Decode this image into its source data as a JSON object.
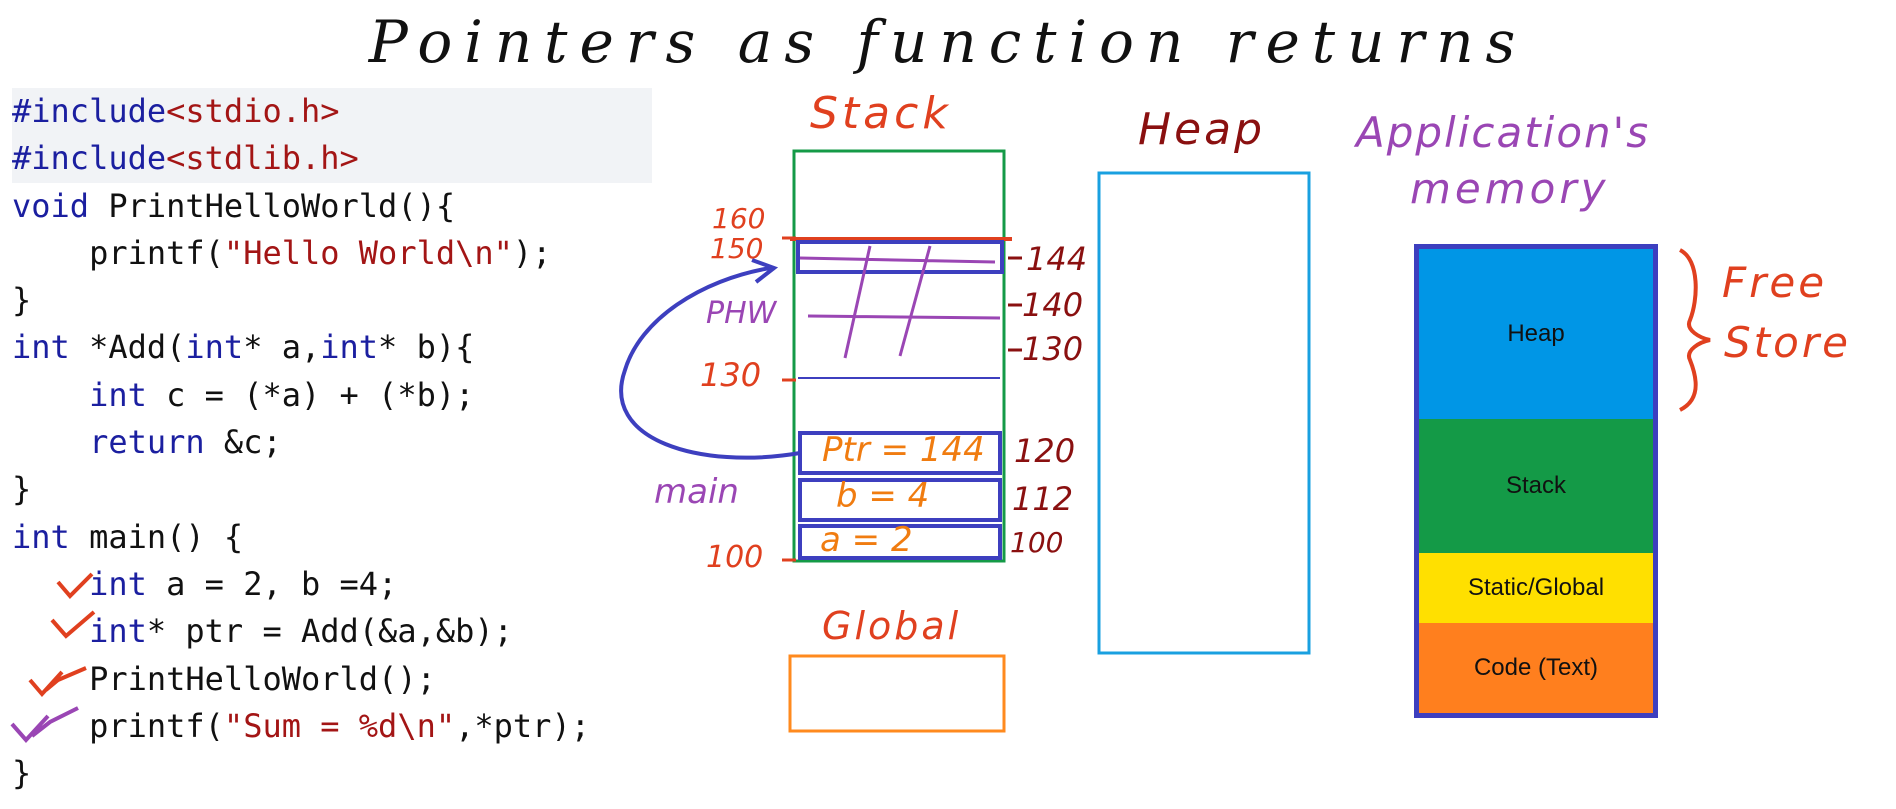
{
  "title": "Pointers as function returns",
  "code": {
    "lines": [
      {
        "tokens": [
          {
            "t": "#include",
            "c": "inc"
          },
          {
            "t": "<stdio.h>",
            "c": "hdr"
          }
        ],
        "shade": true
      },
      {
        "tokens": [
          {
            "t": "#include",
            "c": "inc"
          },
          {
            "t": "<stdlib.h>",
            "c": "hdr"
          }
        ],
        "shade": true
      },
      {
        "tokens": [
          {
            "t": "void",
            "c": "kw"
          },
          {
            "t": " PrintHelloWorld(){",
            "c": ""
          }
        ]
      },
      {
        "tokens": [
          {
            "t": "    printf(",
            "c": ""
          },
          {
            "t": "\"Hello World\\n\"",
            "c": "str"
          },
          {
            "t": ");",
            "c": ""
          }
        ]
      },
      {
        "tokens": [
          {
            "t": "}",
            "c": ""
          }
        ]
      },
      {
        "tokens": [
          {
            "t": "int",
            "c": "kw"
          },
          {
            "t": " *Add(",
            "c": ""
          },
          {
            "t": "int",
            "c": "kw"
          },
          {
            "t": "* a,",
            "c": ""
          },
          {
            "t": "int",
            "c": "kw"
          },
          {
            "t": "* b){",
            "c": ""
          }
        ]
      },
      {
        "tokens": [
          {
            "t": "    ",
            "c": ""
          },
          {
            "t": "int",
            "c": "kw"
          },
          {
            "t": " c = (*a) + (*b);",
            "c": ""
          }
        ]
      },
      {
        "tokens": [
          {
            "t": "    ",
            "c": ""
          },
          {
            "t": "return",
            "c": "kw"
          },
          {
            "t": " &c;",
            "c": ""
          }
        ]
      },
      {
        "tokens": [
          {
            "t": "}",
            "c": ""
          }
        ]
      },
      {
        "tokens": [
          {
            "t": "int",
            "c": "kw"
          },
          {
            "t": " main() {",
            "c": ""
          }
        ]
      },
      {
        "tokens": [
          {
            "t": "    ",
            "c": ""
          },
          {
            "t": "int",
            "c": "kw"
          },
          {
            "t": " a = 2, b =4;",
            "c": ""
          }
        ]
      },
      {
        "tokens": [
          {
            "t": "    ",
            "c": ""
          },
          {
            "t": "int",
            "c": "kw"
          },
          {
            "t": "* ptr = Add(&a,&b);",
            "c": ""
          }
        ]
      },
      {
        "tokens": [
          {
            "t": "    PrintHelloWorld();",
            "c": ""
          }
        ]
      },
      {
        "tokens": [
          {
            "t": "    printf(",
            "c": ""
          },
          {
            "t": "\"Sum = %d\\n\"",
            "c": "str"
          },
          {
            "t": ",*ptr);",
            "c": ""
          }
        ]
      },
      {
        "tokens": [
          {
            "t": "}",
            "c": ""
          }
        ]
      }
    ]
  },
  "stack": {
    "label": "Stack",
    "cells": {
      "ptr": "Ptr = 144",
      "b": "b = 4",
      "a": "a = 2"
    },
    "frame_labels": {
      "phw": "PHW",
      "main": "main"
    },
    "left_addresses": [
      "160",
      "150",
      "130",
      "100"
    ],
    "right_addresses": [
      "144",
      "140",
      "130",
      "120",
      "112",
      "100"
    ]
  },
  "heap": {
    "label": "Heap"
  },
  "global": {
    "label": "Global"
  },
  "app_memory": {
    "title_line1": "Application's",
    "title_line2": "memory",
    "segments": [
      {
        "name": "Heap",
        "color": "#0096e6"
      },
      {
        "name": "Stack",
        "color": "#149a47"
      },
      {
        "name": "Static/Global",
        "color": "#ffe000"
      },
      {
        "name": "Code (Text)",
        "color": "#ff7f1e"
      }
    ],
    "border_color": "#3d3fbf",
    "free_store_line1": "Free",
    "free_store_line2": "Store"
  }
}
